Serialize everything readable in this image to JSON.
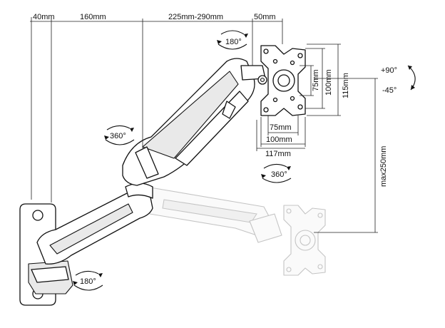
{
  "dimensions": {
    "wall_offset": "40mm",
    "arm_segment_1": "160mm",
    "arm_segment_2": "225mm-290mm",
    "plate_offset": "50mm",
    "vesa_inner_w": "75mm",
    "vesa_outer_w": "100mm",
    "plate_w": "117mm",
    "vesa_inner_h": "75mm",
    "vesa_outer_h": "100mm",
    "plate_h": "115mm",
    "height_adjust": "max250mm"
  },
  "rotations": {
    "head_swivel": "180°",
    "arm_rotation": "360°",
    "plate_rotation": "360°",
    "wall_swivel": "180°",
    "tilt_up": "+90°",
    "tilt_down": "-45°"
  }
}
